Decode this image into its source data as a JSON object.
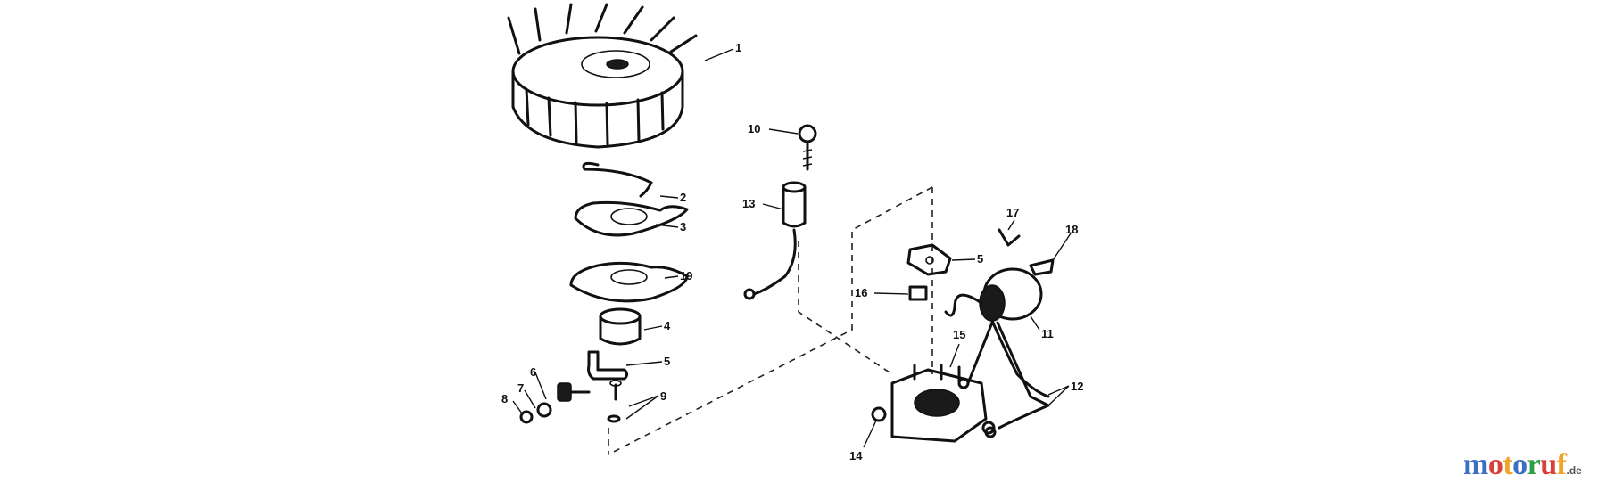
{
  "callouts": [
    "1",
    "2",
    "3",
    "19",
    "4",
    "5",
    "9",
    "6",
    "7",
    "8",
    "10",
    "13",
    "17",
    "18",
    "5",
    "16",
    "15",
    "11",
    "12",
    "14"
  ],
  "logo": {
    "text": "motoruf",
    "suffix": ".de",
    "colors": [
      "#3b6fc2",
      "#d8413a",
      "#f0a52a",
      "#3b6fc2",
      "#2f9e49",
      "#d8413a",
      "#f0a52a"
    ]
  }
}
